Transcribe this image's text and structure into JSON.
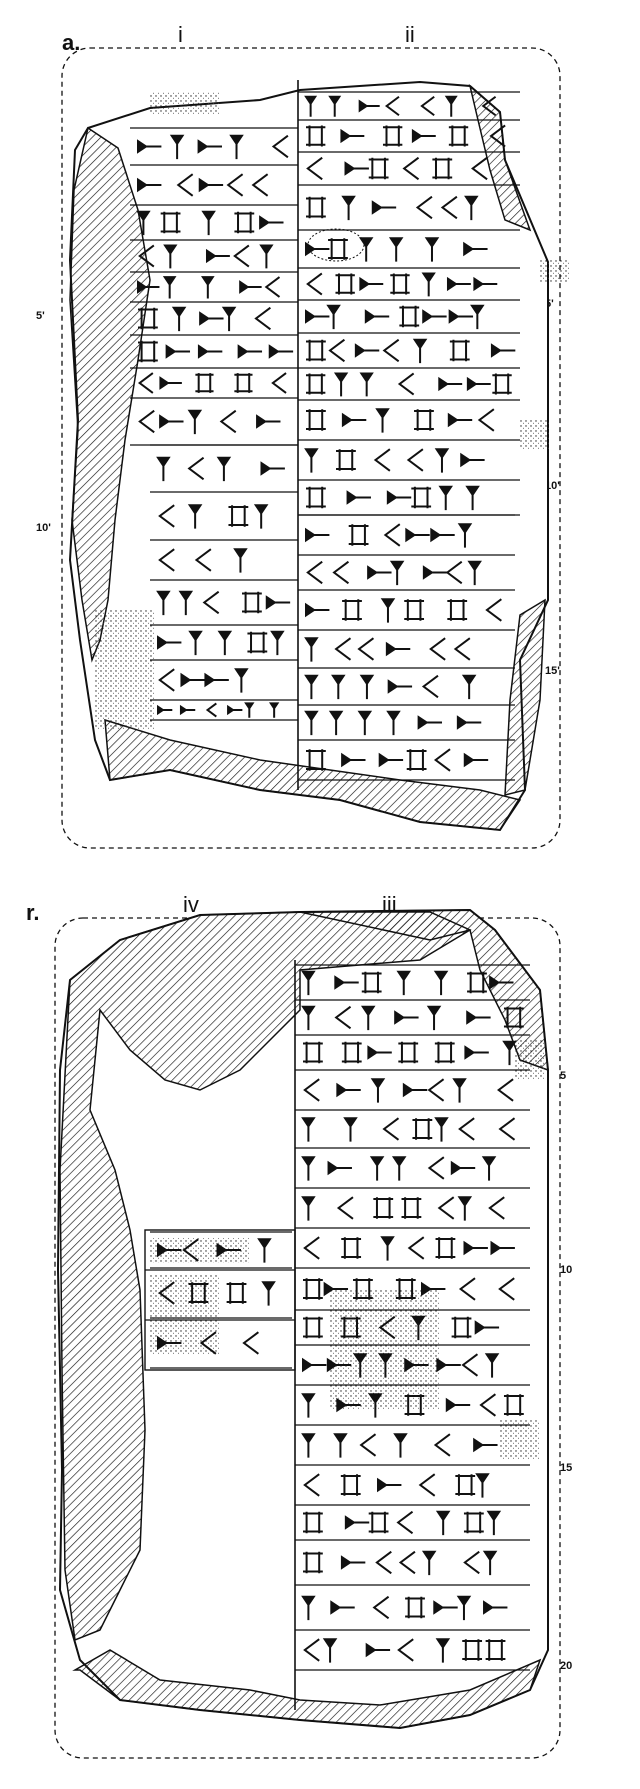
{
  "obverse": {
    "side_label": "a.",
    "columns": [
      "i",
      "ii"
    ],
    "line_numbers": [
      {
        "text": "5'",
        "col": "i"
      },
      {
        "text": "10'",
        "col": "i"
      },
      {
        "text": "5'",
        "col": "ii"
      },
      {
        "text": "10'",
        "col": "ii"
      },
      {
        "text": "15'",
        "col": "ii"
      }
    ]
  },
  "reverse": {
    "side_label": "r.",
    "columns": [
      "iv",
      "iii"
    ],
    "line_numbers": [
      {
        "text": "5",
        "col": "iii"
      },
      {
        "text": "10",
        "col": "iii"
      },
      {
        "text": "15",
        "col": "iii"
      },
      {
        "text": "20",
        "col": "iii"
      }
    ]
  },
  "colors": {
    "ink": "#111111",
    "paper": "#ffffff"
  },
  "icons": [
    "cuneiform-tablet-drawing",
    "hatched-break",
    "stippled-damage"
  ]
}
